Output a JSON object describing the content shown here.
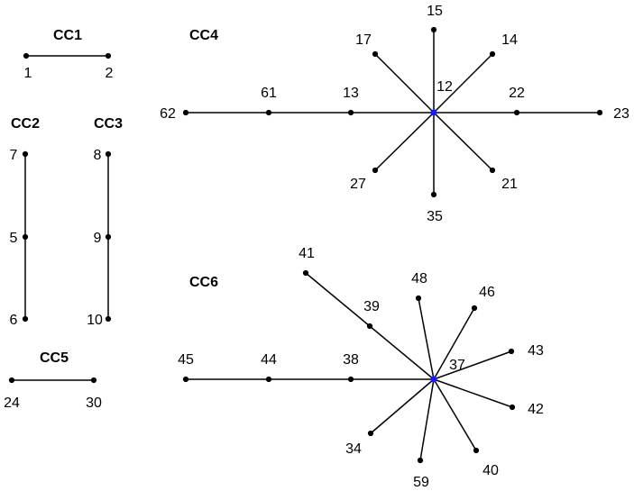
{
  "components": [
    {
      "label": "CC1",
      "nodes": [
        "1",
        "2"
      ],
      "edges": [
        [
          "1",
          "2"
        ]
      ]
    },
    {
      "label": "CC2",
      "nodes": [
        "7",
        "5",
        "6"
      ],
      "edges": [
        [
          "7",
          "5"
        ],
        [
          "5",
          "6"
        ]
      ]
    },
    {
      "label": "CC3",
      "nodes": [
        "8",
        "9",
        "10"
      ],
      "edges": [
        [
          "8",
          "9"
        ],
        [
          "9",
          "10"
        ]
      ]
    },
    {
      "label": "CC4",
      "hub": "12",
      "nodes": [
        "62",
        "61",
        "13",
        "12",
        "22",
        "23",
        "15",
        "17",
        "14",
        "27",
        "21",
        "35"
      ],
      "edges": [
        [
          "62",
          "61"
        ],
        [
          "61",
          "13"
        ],
        [
          "13",
          "12"
        ],
        [
          "12",
          "22"
        ],
        [
          "22",
          "23"
        ],
        [
          "12",
          "15"
        ],
        [
          "12",
          "17"
        ],
        [
          "12",
          "14"
        ],
        [
          "12",
          "27"
        ],
        [
          "12",
          "21"
        ],
        [
          "12",
          "35"
        ]
      ]
    },
    {
      "label": "CC5",
      "nodes": [
        "24",
        "30"
      ],
      "edges": [
        [
          "24",
          "30"
        ]
      ]
    },
    {
      "label": "CC6",
      "hub": "37",
      "nodes": [
        "45",
        "44",
        "38",
        "37",
        "41",
        "39",
        "48",
        "46",
        "43",
        "42",
        "40",
        "59",
        "34"
      ],
      "edges": [
        [
          "45",
          "44"
        ],
        [
          "44",
          "38"
        ],
        [
          "38",
          "37"
        ],
        [
          "41",
          "39"
        ],
        [
          "39",
          "37"
        ],
        [
          "37",
          "48"
        ],
        [
          "37",
          "46"
        ],
        [
          "37",
          "43"
        ],
        [
          "37",
          "42"
        ],
        [
          "37",
          "40"
        ],
        [
          "37",
          "59"
        ],
        [
          "37",
          "34"
        ]
      ]
    }
  ],
  "colors": {
    "node": "#000000",
    "hub": "#1a1aff",
    "edge": "#000000"
  }
}
